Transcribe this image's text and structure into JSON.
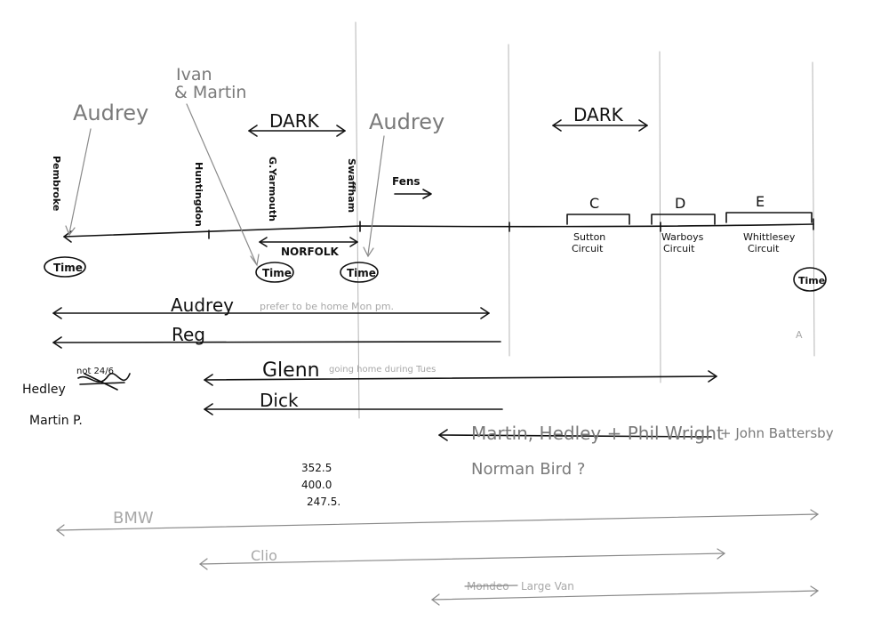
{
  "title_labels": {
    "audrey_top_left": "Audrey",
    "ivan_martin_line1": "Ivan",
    "ivan_martin_line2": "& Martin",
    "audrey_top_mid": "Audrey",
    "dark_1": "DARK",
    "dark_2": "DARK",
    "fens": "Fens",
    "norfolk": "NORFOLK"
  },
  "stations": {
    "pembroke": "Pembroke",
    "huntingdon": "Huntingdon",
    "great_yarmouth": "G.Yarmouth",
    "swaffham": "Swaffham"
  },
  "circuits": [
    {
      "letter": "C",
      "line1": "Sutton",
      "line2": "Circuit"
    },
    {
      "letter": "D",
      "line1": "Warboys",
      "line2": "Circuit"
    },
    {
      "letter": "E",
      "line1": "Whittlesey",
      "line2": "Circuit"
    }
  ],
  "time_label": "Time",
  "people": {
    "audrey": "Audrey",
    "audrey_note": "prefer to be home Mon pm.",
    "reg": "Reg",
    "glenn": "Glenn",
    "glenn_note": "going home during Tues",
    "dick": "Dick",
    "hedley": "Hedley",
    "martin_p": "Martin P.",
    "scribble": "not 24/6",
    "martin_hedley": "Martin, Hedley + Phil Wright",
    "john": "+ John Battersby",
    "norman": "Norman Bird ?"
  },
  "numbers": [
    "352.5",
    "400.0",
    "247.5."
  ],
  "vehicles": {
    "bmw": "BMW",
    "clio": "Clio",
    "mondeo": "Mondeo",
    "large_van": "Large Van"
  },
  "margin_mark": "A"
}
